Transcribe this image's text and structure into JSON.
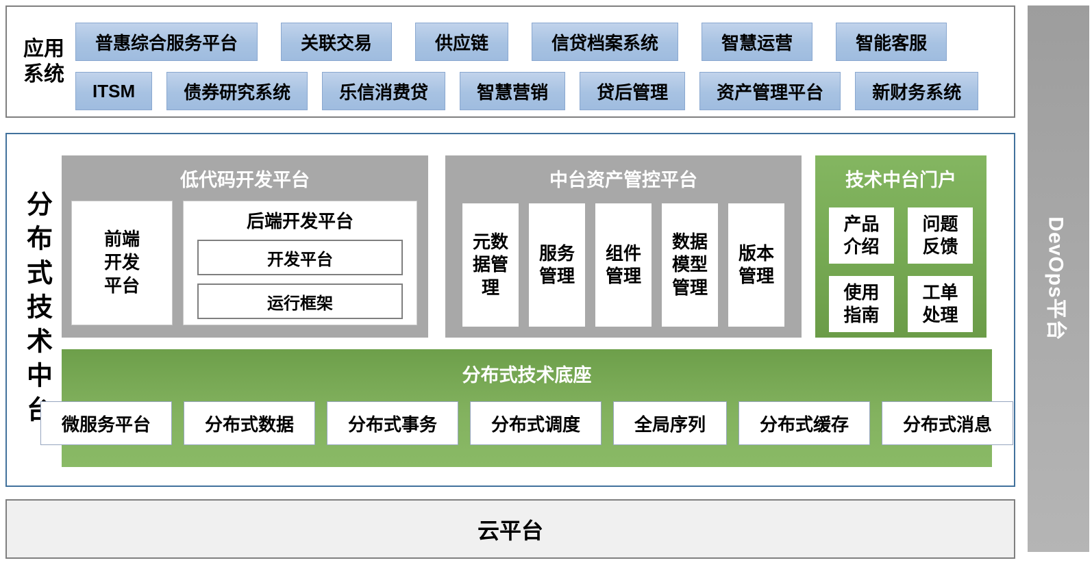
{
  "app_systems": {
    "label": "应用系统",
    "row1": [
      "普惠综合服务平台",
      "关联交易",
      "供应链",
      "信贷档案系统",
      "智慧运营",
      "智能客服"
    ],
    "row2": [
      "ITSM",
      "债券研究系统",
      "乐信消费贷",
      "智慧营销",
      "贷后管理",
      "资产管理平台",
      "新财务系统"
    ]
  },
  "platform": {
    "title": "分布式技术中台",
    "low_code": {
      "title": "低代码开发平台",
      "frontend_label": "前端开发平台",
      "backend": {
        "title": "后端开发平台",
        "items": [
          "开发平台",
          "运行框架"
        ]
      }
    },
    "asset": {
      "title": "中台资产管控平台",
      "items": [
        "元数据管理",
        "服务管理",
        "组件管理",
        "数据模型管理",
        "版本管理"
      ]
    },
    "portal": {
      "title": "技术中台门户",
      "items": [
        "产品介绍",
        "问题反馈",
        "使用指南",
        "工单处理"
      ]
    },
    "base": {
      "title": "分布式技术底座",
      "items": [
        "微服务平台",
        "分布式数据",
        "分布式事务",
        "分布式调度",
        "全局序列",
        "分布式缓存",
        "分布式消息"
      ]
    }
  },
  "cloud": {
    "label": "云平台"
  },
  "devops": {
    "label": "DevOps平台"
  },
  "colors": {
    "app_box_fill": "#a7c2e2",
    "app_box_border": "#89a7cf",
    "outer_border_gray": "#7f7f7f",
    "mid_border_blue": "#41719c",
    "panel_gray": "#a8a8a8",
    "panel_green": "#76a953",
    "cloud_fill": "#f0f0f0",
    "devops_gray": "#a9a9a9"
  }
}
